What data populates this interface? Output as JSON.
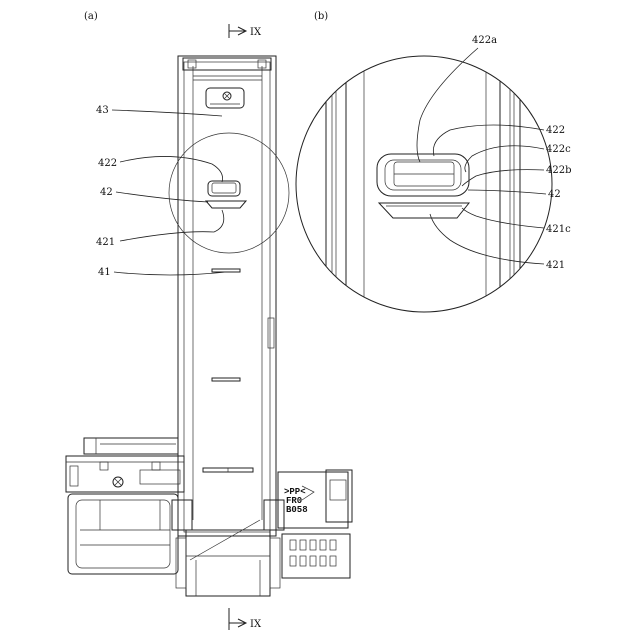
{
  "panels": {
    "a": "(a)",
    "b": "(b)"
  },
  "section_marks": {
    "top": "IX",
    "bottom": "IX"
  },
  "panel_a_labels": {
    "43": "43",
    "422": "422",
    "42": "42",
    "421": "421",
    "41": "41"
  },
  "panel_b_labels": {
    "422a": "422a",
    "422": "422",
    "422c": "422c",
    "422b": "422b",
    "42": "42",
    "421c": "421c",
    "421": "421"
  },
  "part_marking": {
    "line1": ">PP<",
    "line2": "FR0",
    "line3": "B058"
  }
}
